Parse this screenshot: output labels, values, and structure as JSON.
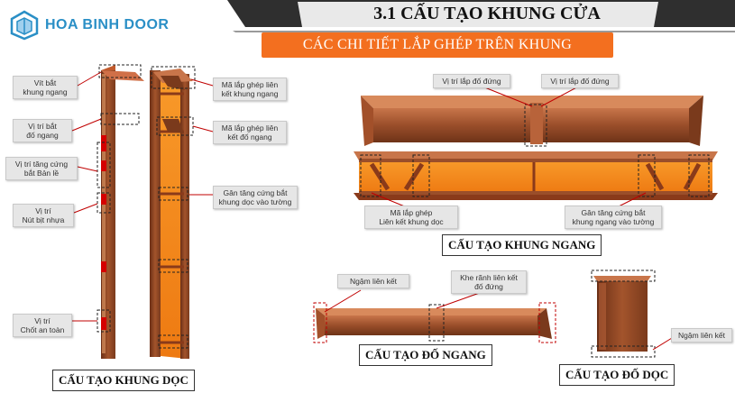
{
  "logo": {
    "text": "HOA BINH DOOR"
  },
  "header": {
    "title": "3.1 CẤU TẠO KHUNG CỬA",
    "subtitle": "CÁC CHI TIẾT LẮP GHÉP TRÊN KHUNG"
  },
  "khung_doc": {
    "label": "CẤU TẠO KHUNG DỌC",
    "callouts_left": [
      [
        "Vít bắt",
        "khung ngang"
      ],
      [
        "Vị trí bắt",
        "đố ngang"
      ],
      [
        "Vị trí tăng cứng",
        "bắt Bản lề"
      ],
      [
        "Vị trí",
        "Nút bịt nhựa"
      ],
      [
        "Vị trí",
        "Chốt an toàn"
      ]
    ],
    "callouts_right": [
      [
        "Mã lắp ghép liên",
        "kết khung ngang"
      ],
      [
        "Mã lắp ghép liên",
        "kết đố ngang"
      ],
      [
        "Gân tăng cứng bắt",
        "khung dọc vào tường"
      ]
    ]
  },
  "khung_ngang": {
    "label": "CẤU TẠO KHUNG NGANG",
    "callouts": [
      [
        "Vị trí lắp đố đứng"
      ],
      [
        "Vị trí lắp đố đứng"
      ],
      [
        "Mã lắp ghép",
        "Liên kết khung dọc"
      ],
      [
        "Gân tăng cứng bắt",
        "khung ngang vào tường"
      ]
    ]
  },
  "do_ngang": {
    "label": "CẤU TẠO ĐỐ NGANG",
    "callouts": [
      [
        "Ngậm liên kết"
      ],
      [
        "Khe rãnh liên kết",
        "đố đứng"
      ]
    ]
  },
  "do_doc": {
    "label": "CẤU TẠO ĐỐ DỌC",
    "callouts": [
      [
        "Ngậm liên kết"
      ]
    ]
  },
  "colors": {
    "accent_orange": "#f36f1f",
    "wood": "#9a4e2a",
    "logo_blue": "#2a8fc6",
    "header_gray": "#2f2f2f"
  }
}
